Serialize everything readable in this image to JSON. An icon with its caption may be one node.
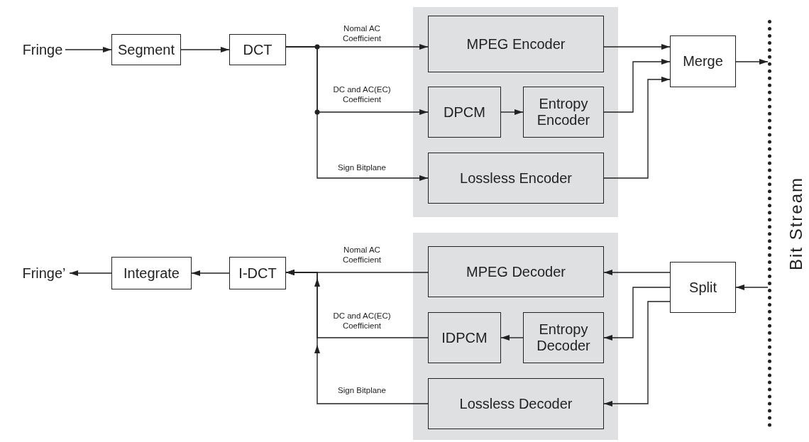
{
  "diagram": {
    "nodes": [
      {
        "text": [
          "Fringe"
        ]
      },
      {
        "text": [
          "Segment"
        ]
      },
      {
        "text": [
          "DCT"
        ]
      },
      {
        "text": [],
        "shape": "box"
      },
      {
        "text": [
          "MPEG Encoder"
        ],
        "in": 3
      },
      {
        "text": [
          "DPCM"
        ],
        "in": 3
      },
      {
        "text": [
          "Entropy Encoder"
        ],
        "in": 3
      },
      {
        "text": [
          "Lossless Encoder"
        ],
        "in": 3
      },
      {
        "text": [
          "Merge"
        ]
      },
      {
        "text": [
          "Bit Stream"
        ]
      },
      {
        "text": [
          "Fringe’"
        ]
      },
      {
        "text": [
          "Integrate"
        ]
      },
      {
        "text": [
          "I-DCT"
        ]
      },
      {
        "text": [],
        "shape": "box"
      },
      {
        "text": [
          "MPEG Decoder"
        ],
        "in": 13
      },
      {
        "text": [
          "IDPCM"
        ],
        "in": 13
      },
      {
        "text": [
          "Entropy Decoder"
        ],
        "in": 13
      },
      {
        "text": [
          "Lossless Decoder"
        ],
        "in": 13
      },
      {
        "text": [
          "Split"
        ]
      }
    ],
    "edges": [
      {
        "from": 0,
        "to": 1,
        "arrow": "to"
      },
      {
        "from": 1,
        "to": 2,
        "arrow": "to"
      },
      {
        "from": 2,
        "to": 4,
        "arrow": "to",
        "label": "Nomal AC Coefficient"
      },
      {
        "from": 2,
        "to": 5,
        "arrow": "to",
        "label": "DC and AC(EC) Coefficient"
      },
      {
        "from": 2,
        "to": 7,
        "arrow": "to",
        "label": "Sign Bitplane"
      },
      {
        "from": 5,
        "to": 6,
        "arrow": "to"
      },
      {
        "from": 4,
        "to": 8,
        "arrow": "to"
      },
      {
        "from": 6,
        "to": 8,
        "arrow": "to"
      },
      {
        "from": 7,
        "to": 8,
        "arrow": "to"
      },
      {
        "from": 8,
        "to": 9,
        "arrow": "to"
      },
      {
        "from": 9,
        "to": 18,
        "arrow": "to"
      },
      {
        "from": 18,
        "to": 14,
        "arrow": "to"
      },
      {
        "from": 18,
        "to": 16,
        "arrow": "to"
      },
      {
        "from": 18,
        "to": 17,
        "arrow": "to"
      },
      {
        "from": 16,
        "to": 15,
        "arrow": "to"
      },
      {
        "from": 14,
        "to": 12,
        "arrow": "to",
        "label": "Nomal AC Coefficient"
      },
      {
        "from": 15,
        "to": 12,
        "arrow": "to",
        "label": "DC and AC(EC) Coefficient"
      },
      {
        "from": 17,
        "to": 12,
        "arrow": "to",
        "label": "Sign Bitplane"
      },
      {
        "from": 12,
        "to": 11,
        "arrow": "to"
      },
      {
        "from": 11,
        "to": 10,
        "arrow": "to"
      }
    ]
  }
}
